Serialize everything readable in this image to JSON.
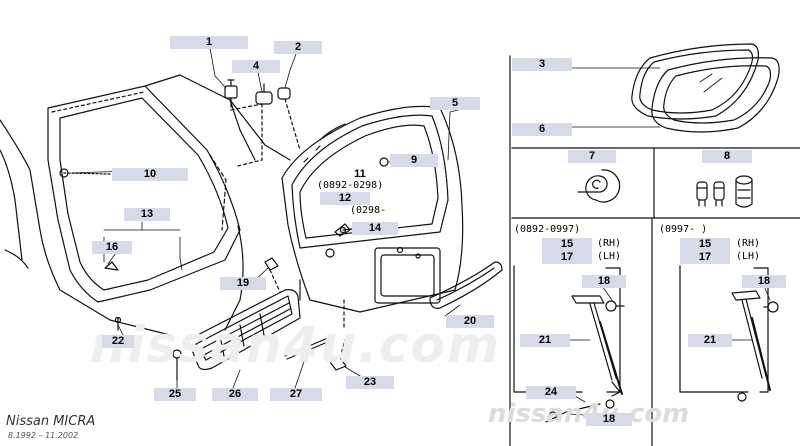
{
  "colors": {
    "label_bg": "#d7dbe9",
    "line": "#111111",
    "watermark": "#e8e8e8"
  },
  "brand": {
    "model": "Nissan MICRA",
    "period": "8.1992 – 11.2002"
  },
  "watermark": {
    "main": "nissan4u.com",
    "corner": "nissan4u.com"
  },
  "callouts": {
    "p1": "1",
    "p2": "2",
    "p3": "3",
    "p4": "4",
    "p5": "5",
    "p6": "6",
    "p7": "7",
    "p8": "8",
    "p9": "9",
    "p10": "10",
    "p11": "11",
    "p12": "12",
    "p13": "13",
    "p14": "14",
    "p15a": "15",
    "p17a": "17",
    "p15b": "15",
    "p17b": "17",
    "p16": "16",
    "p18a": "18",
    "p18b": "18",
    "p18c": "18",
    "p19": "19",
    "p20": "20",
    "p21a": "21",
    "p21b": "21",
    "p22": "22",
    "p23": "23",
    "p24": "24",
    "p25": "25",
    "p26": "26",
    "p27": "27"
  },
  "notes": {
    "n11": "(0892-0298)",
    "n12": "(0298-",
    "box_a": "(0892-0997)",
    "box_b": "(0997-        )",
    "rh_a": "(RH)",
    "lh_a": "(LH)",
    "rh_b": "(RH)",
    "lh_b": "(LH)"
  }
}
